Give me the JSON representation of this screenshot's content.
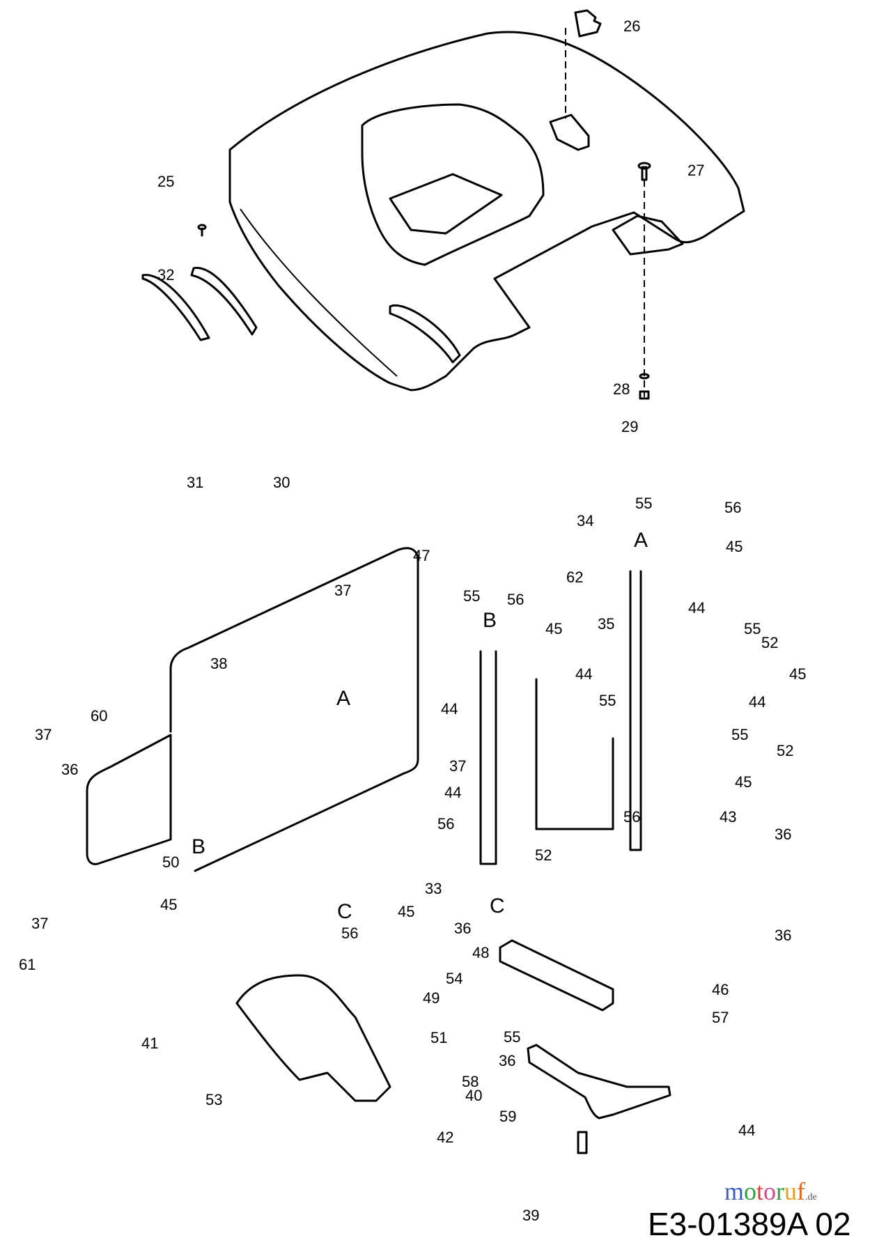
{
  "drawing_number": "E3-01389A 02",
  "watermark": {
    "text": "motoruf",
    "suffix": ".de",
    "letter_colors": [
      "#3b5fc0",
      "#2e9e3e",
      "#e03a3a",
      "#d4458f",
      "#2e9e3e",
      "#e8a020",
      "#e06a1a"
    ]
  },
  "reference_letters": {
    "A": "A",
    "B": "B",
    "C": "C"
  },
  "callouts": {
    "c25": "25",
    "c26": "26",
    "c27": "27",
    "c28": "28",
    "c29": "29",
    "c30": "30",
    "c31": "31",
    "c32": "32",
    "c33": "33",
    "c34": "34",
    "c35": "35",
    "c36": "36",
    "c37": "37",
    "c38": "38",
    "c39": "39",
    "c40": "40",
    "c41": "41",
    "c42": "42",
    "c43": "43",
    "c44": "44",
    "c45": "45",
    "c46": "46",
    "c47": "47",
    "c48": "48",
    "c49": "49",
    "c50": "50",
    "c51": "51",
    "c52": "52",
    "c53": "53",
    "c54": "54",
    "c55": "55",
    "c56": "56",
    "c57": "57",
    "c58": "58",
    "c59": "59",
    "c60": "60",
    "c61": "61",
    "c62": "62"
  }
}
